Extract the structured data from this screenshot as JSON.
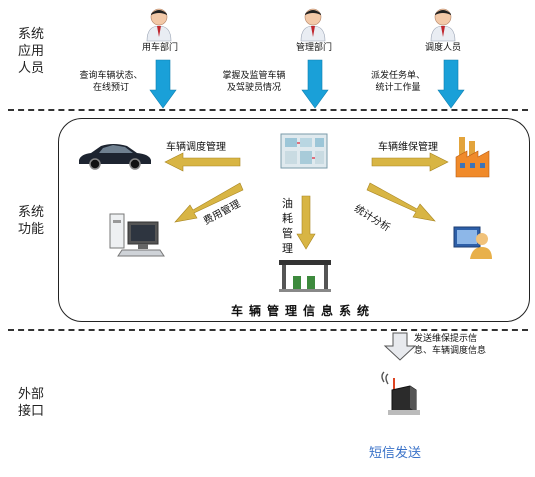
{
  "sections": {
    "users": [
      "系统",
      "应用",
      "人员"
    ],
    "functions": [
      "系统",
      "功能"
    ],
    "interfaces": [
      "外部",
      "接口"
    ]
  },
  "users": [
    {
      "role": "用车部门",
      "desc": [
        "查询车辆状态、",
        "在线预订"
      ]
    },
    {
      "role": "管理部门",
      "desc": [
        "掌握及监管车辆",
        "及驾驶员情况"
      ]
    },
    {
      "role": "调度人员",
      "desc": [
        "派发任务单、",
        "统计工作量"
      ]
    }
  ],
  "functions": {
    "dispatch": "车辆调度管理",
    "maintenance": "车辆维保管理",
    "fuel": [
      "油",
      "耗",
      "管",
      "理"
    ],
    "expense": "费用管理",
    "stats": "统计分析",
    "system_title": "车辆管理信息系统"
  },
  "external": {
    "notice": [
      "发送维保提示信",
      "息、车辆调度信息"
    ],
    "sms_label": "短信发送"
  },
  "colors": {
    "down_arrow": "#1aa0d8",
    "gold_arrow": "#d8b544",
    "sms_text": "#3a72c8"
  }
}
